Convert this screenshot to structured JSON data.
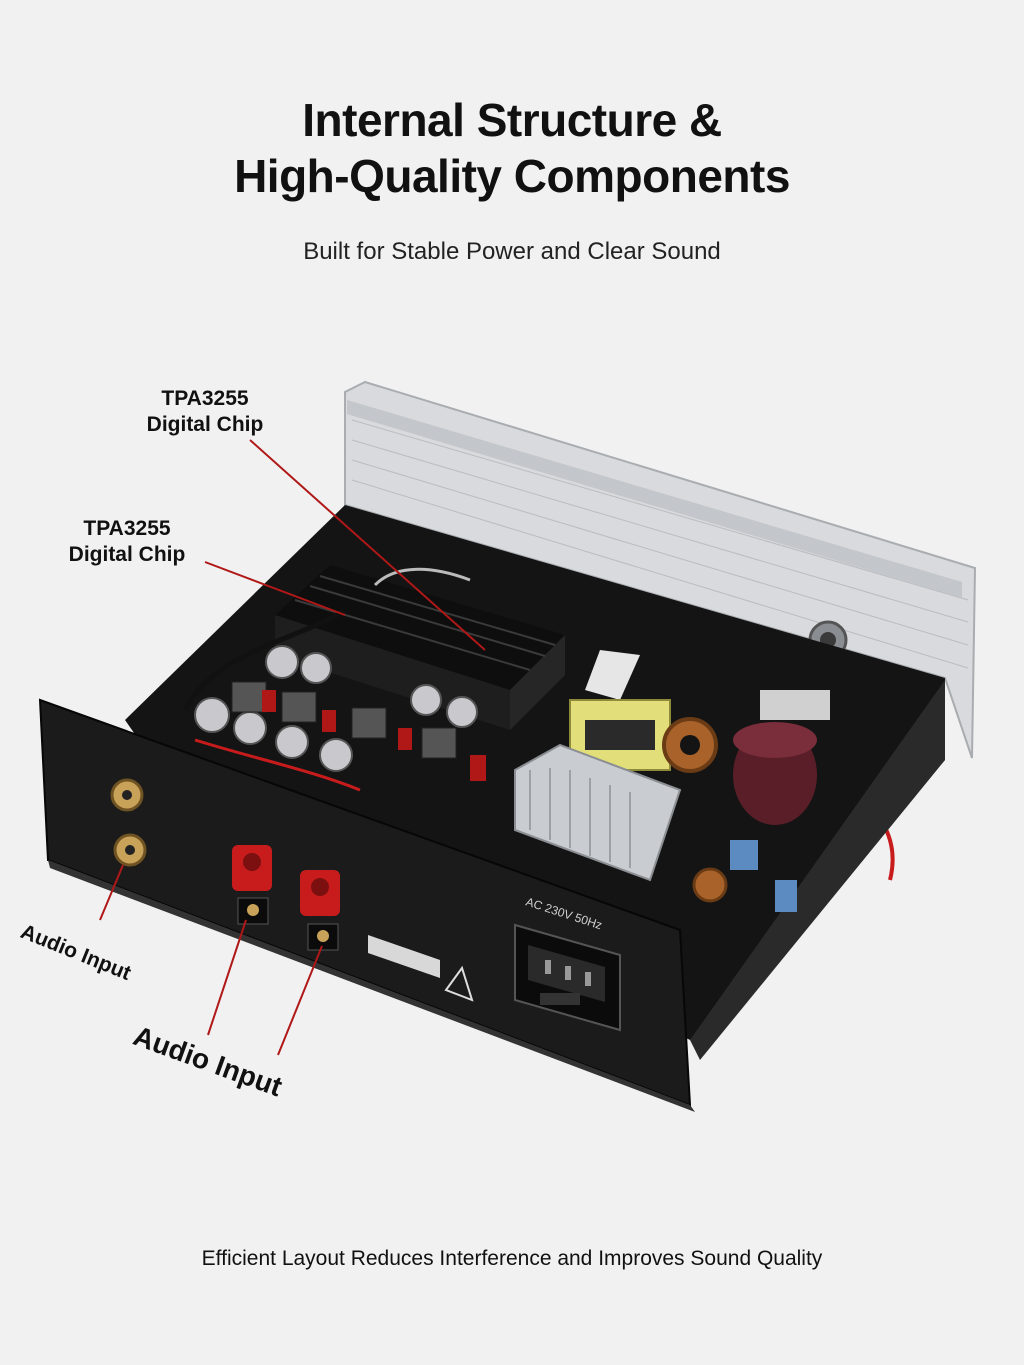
{
  "header": {
    "title_line1": "Internal Structure &",
    "title_line2": "High-Quality Components",
    "subtitle": "Built for Stable Power and Clear Sound"
  },
  "callouts": {
    "chip_1_line1": "TPA3255",
    "chip_1_line2": "Digital Chip",
    "chip_2_line1": "TPA3255",
    "chip_2_line2": "Digital Chip",
    "audio_input_1": "Audio Input",
    "audio_input_2": "Audio Input"
  },
  "panel": {
    "ac_label": "AC 230V 50Hz"
  },
  "footer": {
    "caption": "Efficient Layout Reduces Interference and Improves Sound Quality"
  },
  "colors": {
    "background": "#f1f1f1",
    "chassis": "#1b1b1b",
    "callout_line": "#b01818",
    "terminal_red": "#c81c1c",
    "heatsink": "#c9ccd0"
  }
}
